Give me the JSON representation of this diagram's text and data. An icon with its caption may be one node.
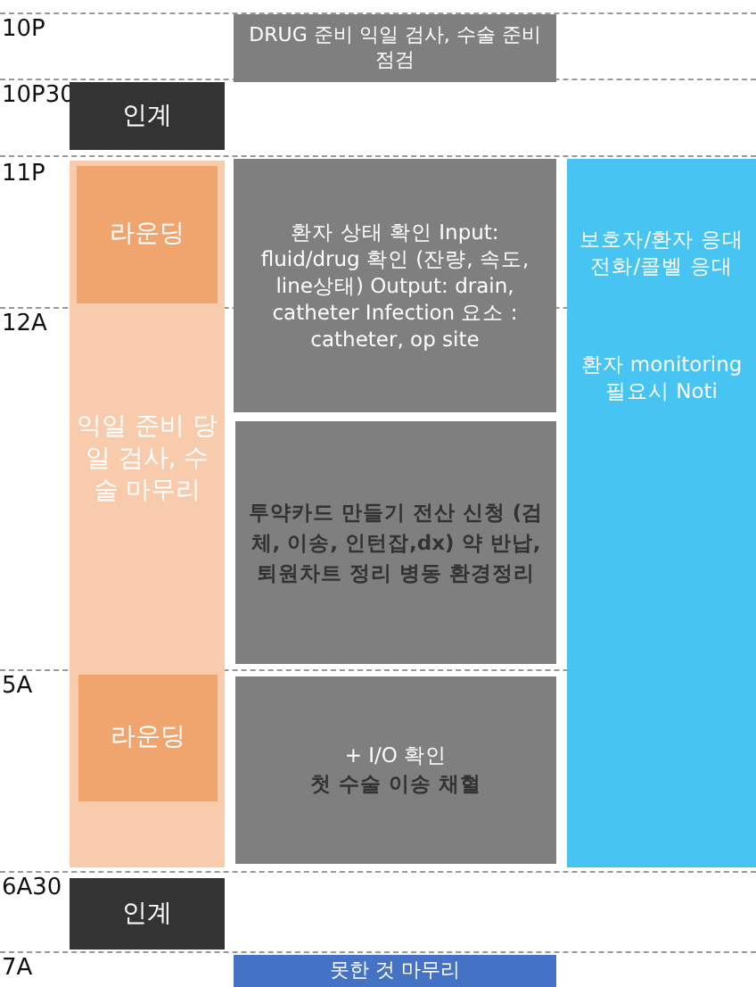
{
  "diagram": {
    "nodes": [
      {
        "text": [
          "DRUG 준비 익일 검사, 수술 준비 점검"
        ]
      },
      {
        "text": [
          "인계"
        ]
      },
      {
        "text": [
          "익일 준비 당일 검사, 수술 마무리"
        ]
      },
      {
        "text": [
          "라운딩"
        ],
        "in": 2
      },
      {
        "text": [
          "환자 상태 확인 Input: fluid/drug 확인 (잔량, 속도, line상태) Output: drain, catheter Infection 요소 : catheter, op site"
        ]
      },
      {
        "text": [
          "보호자/환자 응대 전화/콜벨 응대",
          "환자 monitoring 필요시 Noti"
        ]
      },
      {
        "text": [
          "투약카드 만들기 전산 신청 (검체, 이송, 인턴잡,dx) 약 반납, 퇴원차트 정리 병동 환경정리"
        ]
      },
      {
        "text": [
          "라운딩"
        ],
        "in": 2
      },
      {
        "text": [
          "+ I/O 확인",
          "첫 수술 이송 채혈"
        ]
      },
      {
        "text": [
          "인계"
        ]
      },
      {
        "text": [
          "못한 것 마무리"
        ]
      }
    ],
    "labels": [
      "10P",
      "10P30",
      "11P",
      "12A",
      "5A",
      "6A30",
      "7A"
    ]
  }
}
